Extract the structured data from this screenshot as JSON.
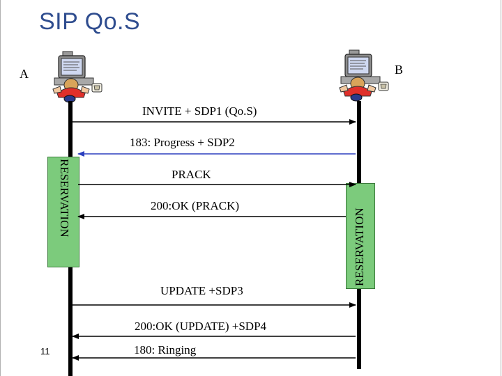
{
  "slide": {
    "title": "SIP Qo.S",
    "page_number": "11"
  },
  "actors": {
    "a_label": "A",
    "b_label": "B",
    "icon": "person-at-computer-icon"
  },
  "reservation": {
    "left_label": "RESERVATION",
    "right_label": "RESERVATION",
    "color": "#7ccb7c"
  },
  "messages": [
    {
      "label": "INVITE + SDP1 (Qo.S)",
      "direction": "A-to-B",
      "color": "#000000"
    },
    {
      "label": "183: Progress + SDP2",
      "direction": "B-to-A",
      "color": "#2b3fbf"
    },
    {
      "label": "PRACK",
      "direction": "A-to-B",
      "color": "#000000"
    },
    {
      "label": "200:OK (PRACK)",
      "direction": "B-to-A",
      "color": "#000000"
    },
    {
      "label": "UPDATE +SDP3",
      "direction": "A-to-B",
      "color": "#000000"
    },
    {
      "label": "200:OK (UPDATE) +SDP4",
      "direction": "B-to-A",
      "color": "#000000"
    },
    {
      "label": "180: Ringing",
      "direction": "B-to-A",
      "color": "#000000"
    }
  ]
}
